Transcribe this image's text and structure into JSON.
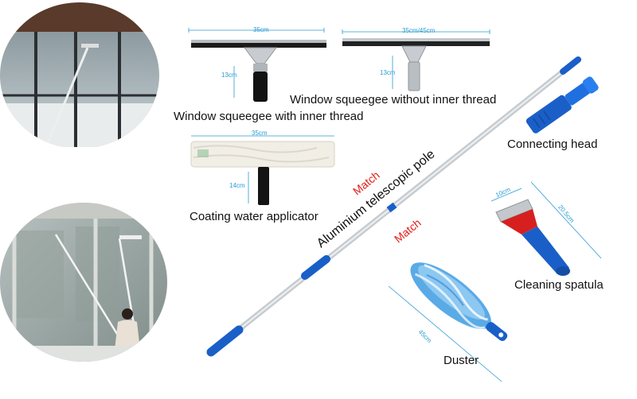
{
  "labels": {
    "squeegee_inner": "Window squeegee with inner thread",
    "squeegee_no_inner": "Window squeegee without inner thread",
    "coating_applicator": "Coating water applicator",
    "connecting_head": "Connecting head",
    "cleaning_spatula": "Cleaning spatula",
    "duster": "Duster",
    "pole": "Aluminium telescopic pole",
    "match_1": "Match",
    "match_2": "Match"
  },
  "dimensions": {
    "squeegee_inner_width": "35cm",
    "squeegee_inner_height": "13cm",
    "squeegee_no_inner_width": "35cm/45cm",
    "squeegee_no_inner_height": "13cm",
    "applicator_width": "35cm",
    "applicator_height": "14cm",
    "spatula_width": "10cm",
    "spatula_length": "20.5cm",
    "duster_length": "45cm"
  },
  "colors": {
    "dimension_text": "#2a9bd3",
    "match_text": "#e0201b",
    "pole_blue": "#1a5fc8",
    "spatula_red": "#d62020"
  }
}
